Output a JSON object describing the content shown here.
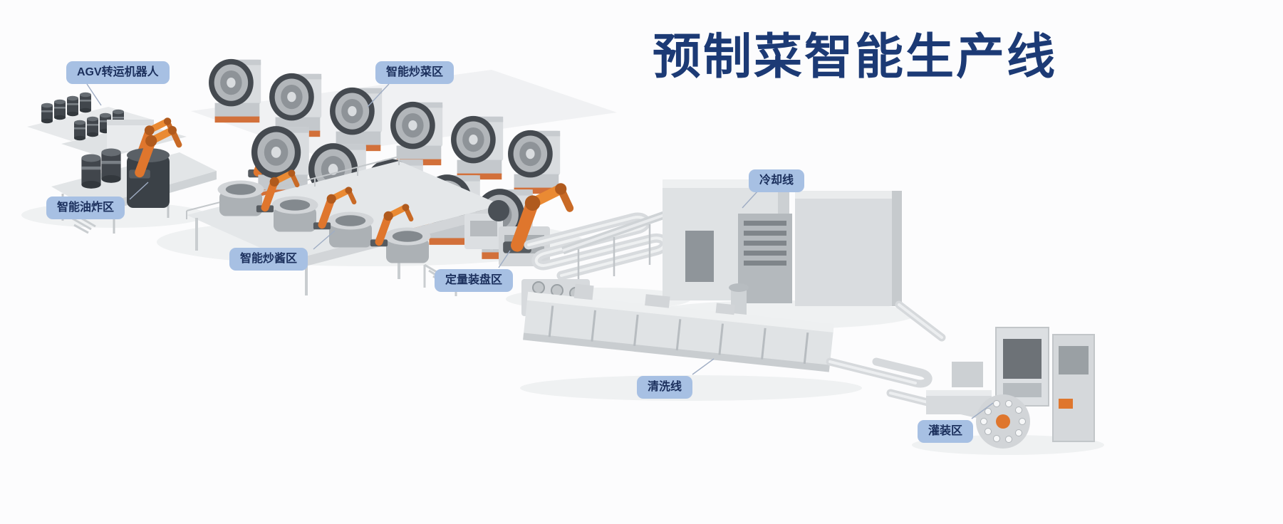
{
  "title": "预制菜智能生产线",
  "zones": {
    "agv": {
      "label": "AGV转运机器人"
    },
    "stirfry": {
      "label": "智能炒菜区"
    },
    "frying": {
      "label": "智能油炸区"
    },
    "sauce": {
      "label": "智能炒酱区"
    },
    "plating": {
      "label": "定量装盘区"
    },
    "cooling": {
      "label": "冷却线"
    },
    "cleaning": {
      "label": "清洗线"
    },
    "filling": {
      "label": "灌装区"
    }
  },
  "colors": {
    "title_text": "#1c3a75",
    "label_background": "#a7c0e3",
    "label_text": "#1b2f5c",
    "robot_orange": "#df762d",
    "machine_light_gray": "#dcdfe2",
    "machine_dark_gray": "#43484e",
    "background": "#fcfcfd"
  }
}
